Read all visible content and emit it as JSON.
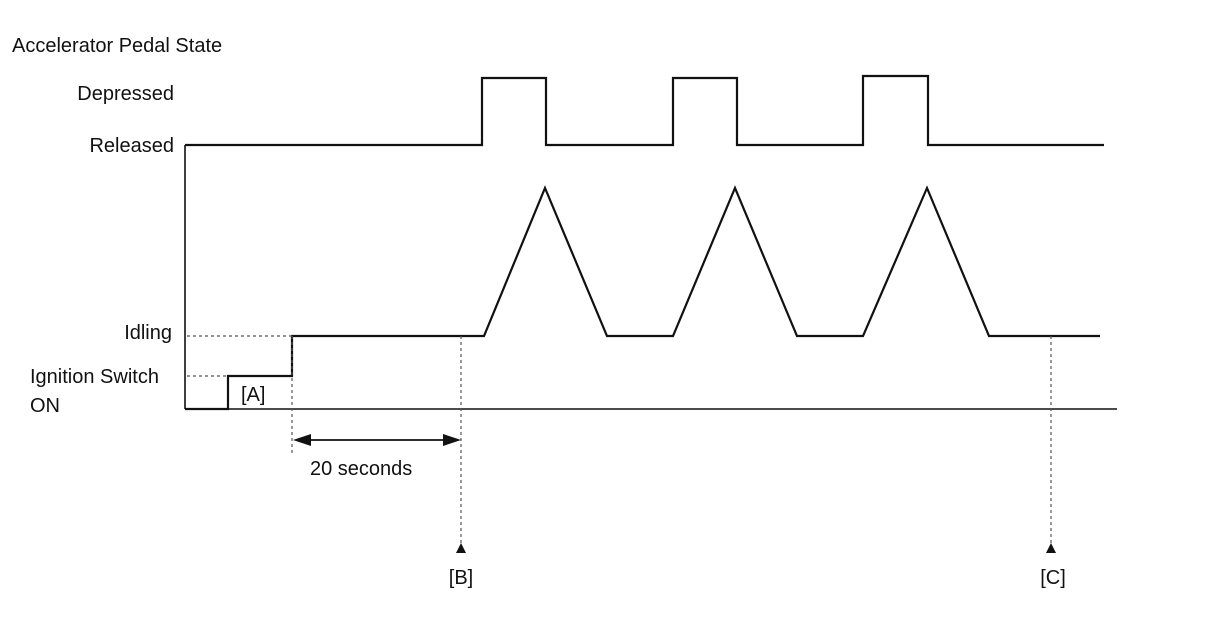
{
  "diagram": {
    "labels": {
      "accelerator_pedal_state": "Accelerator Pedal State",
      "depressed": "Depressed",
      "released": "Released",
      "idling": "Idling",
      "ignition_switch_line1": "Ignition Switch",
      "ignition_switch_line2": "ON",
      "marker_a": "[A]",
      "duration": "20 seconds",
      "marker_b": "[B]",
      "marker_c": "[C]"
    },
    "colors": {
      "line": "#111111",
      "dashed_guide": "#555555",
      "background": "#ffffff"
    }
  }
}
